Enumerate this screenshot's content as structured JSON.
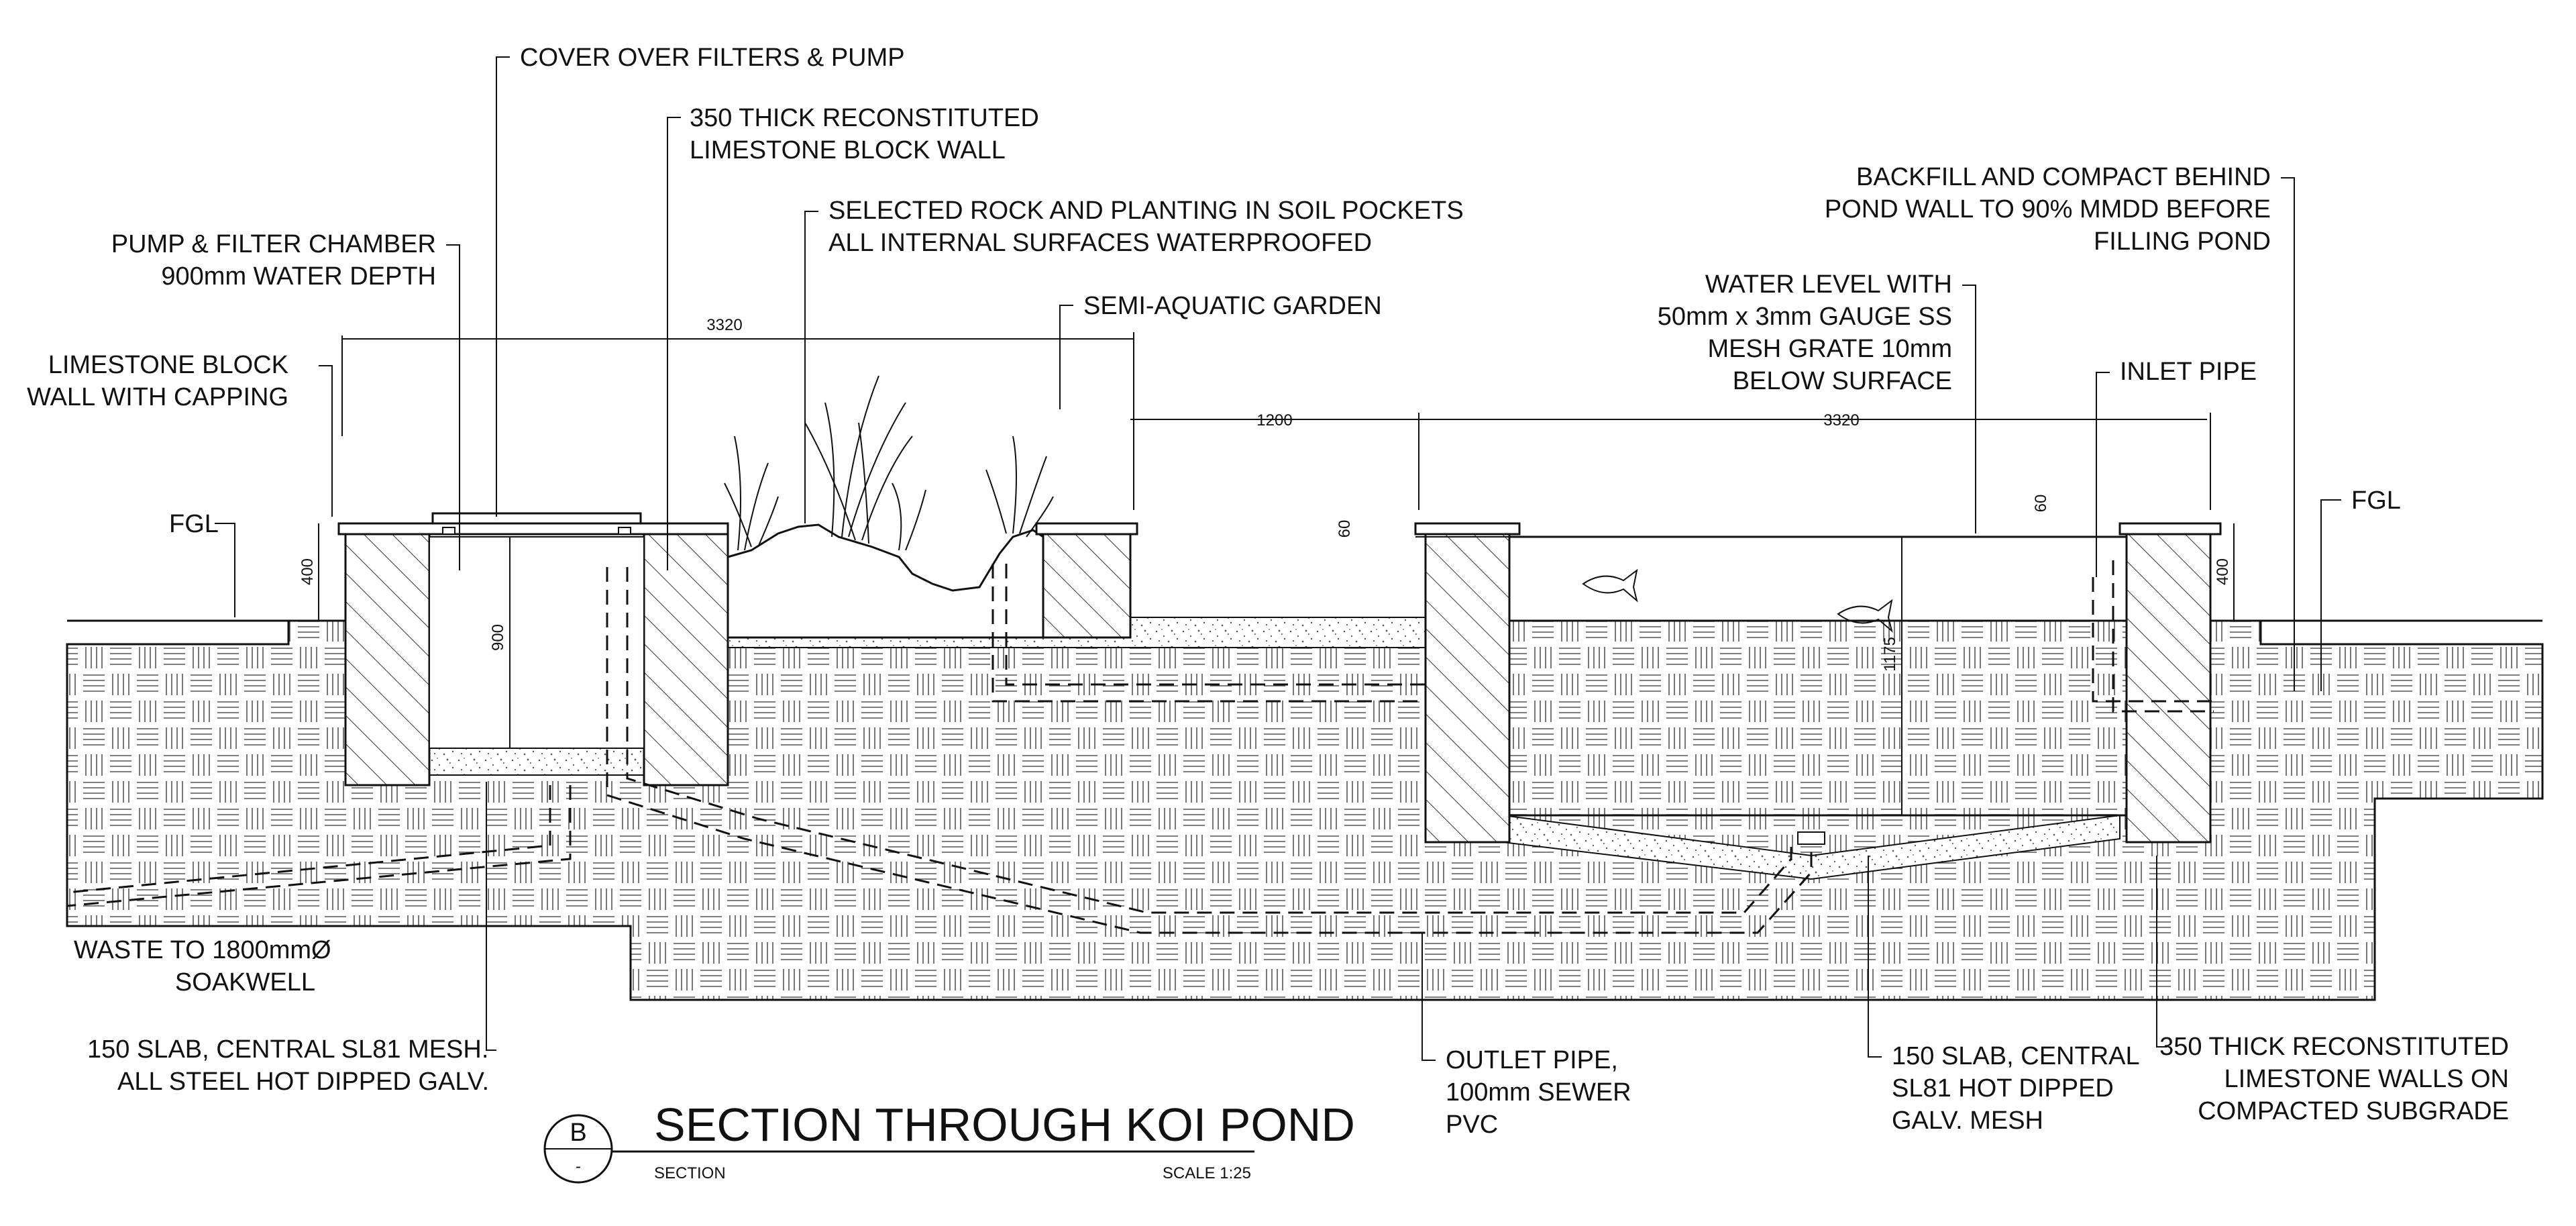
{
  "labels": {
    "cover": "COVER OVER FILTERS & PUMP",
    "block_wall_1": "350 THICK RECONSTITUTED",
    "block_wall_2": "LIMESTONE BLOCK WALL",
    "rock_1": "SELECTED ROCK AND PLANTING IN SOIL POCKETS",
    "rock_2": "ALL INTERNAL SURFACES WATERPROOFED",
    "pump_1": "PUMP & FILTER CHAMBER",
    "pump_2": "900mm WATER DEPTH",
    "semi_aquatic": "SEMI-AQUATIC GARDEN",
    "limestone_1": "LIMESTONE BLOCK",
    "limestone_2": "WALL WITH CAPPING",
    "fgl_left": "FGL",
    "fgl_right": "FGL",
    "backfill_1": "BACKFILL AND COMPACT BEHIND",
    "backfill_2": "POND  WALL TO 90% MMDD BEFORE",
    "backfill_3": "FILLING POND",
    "water_1": "WATER LEVEL WITH",
    "water_2": "50mm x 3mm GAUGE SS",
    "water_3": "MESH GRATE  10mm",
    "water_4": "BELOW SURFACE",
    "inlet": "INLET PIPE",
    "waste_1": "WASTE TO 1800mmØ",
    "waste_2": "SOAKWELL",
    "slab_left_1": "150 SLAB, CENTRAL  SL81 MESH.",
    "slab_left_2": "ALL STEEL HOT DIPPED GALV.",
    "outlet_1": "OUTLET PIPE,",
    "outlet_2": "100mm SEWER",
    "outlet_3": "PVC",
    "slab_right_1": "150 SLAB, CENTRAL",
    "slab_right_2": "SL81  HOT DIPPED",
    "slab_right_3": "GALV. MESH",
    "walls_right_1": "350 THICK RECONSTITUTED",
    "walls_right_2": "LIMESTONE WALLS ON",
    "walls_right_3": "COMPACTED SUBGRADE"
  },
  "dimensions": {
    "top_3320": "3320",
    "span_1200": "1200",
    "span_3320": "3320",
    "left_400": "400",
    "right_400": "400",
    "chamber_900": "900",
    "depth_1175": "1175",
    "cap_60_left": "60",
    "cap_60_right": "60"
  },
  "title_block": {
    "marker_letter": "B",
    "marker_sub": "-",
    "title": "SECTION THROUGH KOI POND",
    "subtitle": "SECTION",
    "scale": "SCALE 1:25"
  }
}
